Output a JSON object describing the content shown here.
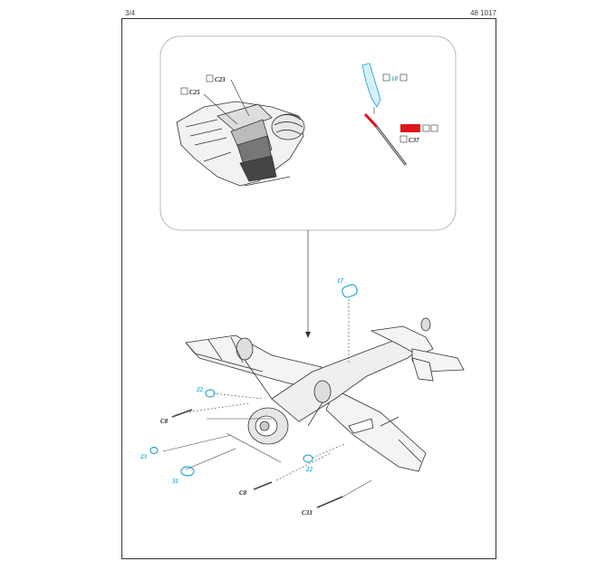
{
  "header": {
    "page": "3/4",
    "kit_number": "48 1017"
  },
  "colors": {
    "cyan_part": "#29a8d8",
    "red_paint": "#e0141b",
    "line": "#333333"
  },
  "detail_view": {
    "labels": {
      "c23": "C23",
      "c25": "C25",
      "p18": "18",
      "c37": "C37"
    },
    "icons": [
      "glue-icon",
      "pe-part-icon",
      "bend-icon"
    ]
  },
  "main_view": {
    "labels": {
      "p17": "17",
      "p22a": "22",
      "p22b": "22",
      "p23": "23",
      "p31": "31",
      "c8a": "C8",
      "c8b": "C8",
      "c33": "C33"
    }
  }
}
